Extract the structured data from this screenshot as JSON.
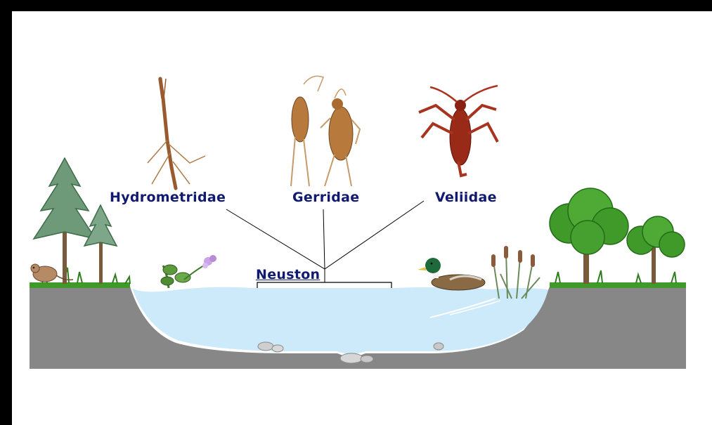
{
  "labels": {
    "hydrometridae": "Hydrometridae",
    "gerridae": "Gerridae",
    "veliidae": "Veliidae",
    "neuston": "Neuston"
  },
  "colors": {
    "label_text": "#101a70",
    "ground": "#878787",
    "water": "#cdeafb",
    "grass": "#3f9a2a",
    "frame": "#000000"
  }
}
